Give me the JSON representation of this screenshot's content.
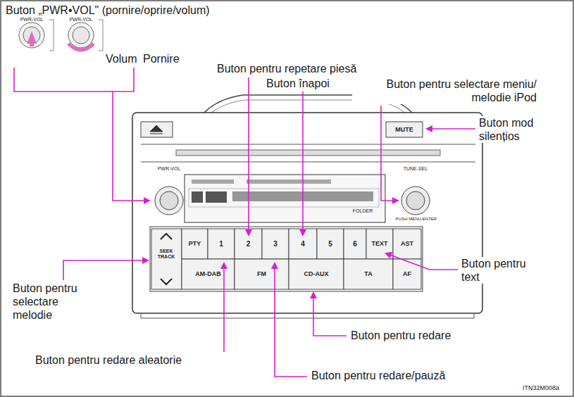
{
  "diagram": {
    "labels": [
      "Buton „PWR•VOL\" (pornire/oprire/volum)",
      "PWR-VOL",
      "PWR-VOL",
      "Volum",
      "Pornire",
      "Buton pentru repetare piesă",
      "Buton înapoi",
      "Buton pentru selectare meniu/ melodie iPod",
      "MUTE",
      "Buton mod silențios",
      "PWR-VOL",
      "TUNE-SEL",
      "PUSH MENU-ENTER",
      "FOLDER",
      "PTY",
      "1",
      "2",
      "3",
      "4",
      "5",
      "6",
      "TEXT",
      "AST",
      "Buton pentru text",
      "SEEK TRACK",
      "AM-DAB",
      "FM",
      "CD-AUX",
      "TA",
      "AF",
      "Buton pentru selectare melodie",
      "Buton pentru redare",
      "Buton pentru redare aleatorie",
      "Buton pentru redare/pauză",
      "ITN32M008a"
    ]
  }
}
